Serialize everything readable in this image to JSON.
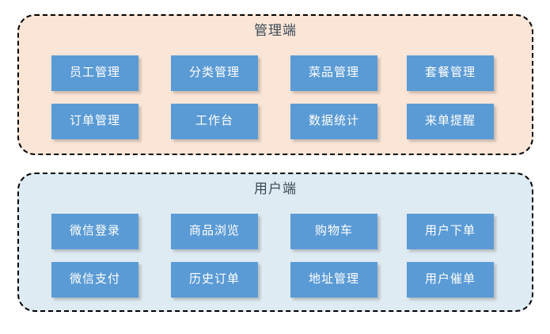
{
  "diagram": {
    "type": "block-diagram",
    "background_color": "#FFFFFF",
    "groups": [
      {
        "id": "admin",
        "title": "管理端",
        "background_color": "#FBE5D6",
        "border_style": "dashed",
        "border_color": "#000000",
        "title_color": "#3B4A58",
        "rows": [
          [
            "员工管理",
            "分类管理",
            "菜品管理",
            "套餐管理"
          ],
          [
            "订单管理",
            "工作台",
            "数据统计",
            "来单提醒"
          ]
        ]
      },
      {
        "id": "user",
        "title": "用户端",
        "background_color": "#DEEBF2",
        "border_style": "dashed",
        "border_color": "#000000",
        "title_color": "#3B4A58",
        "rows": [
          [
            "微信登录",
            "商品浏览",
            "购物车",
            "用户下单"
          ],
          [
            "微信支付",
            "历史订单",
            "地址管理",
            "用户催单"
          ]
        ]
      }
    ],
    "tile_style": {
      "fill_color": "#5B9BD5",
      "text_color": "#FFFFFF",
      "shadow_color": "#78736E"
    }
  }
}
